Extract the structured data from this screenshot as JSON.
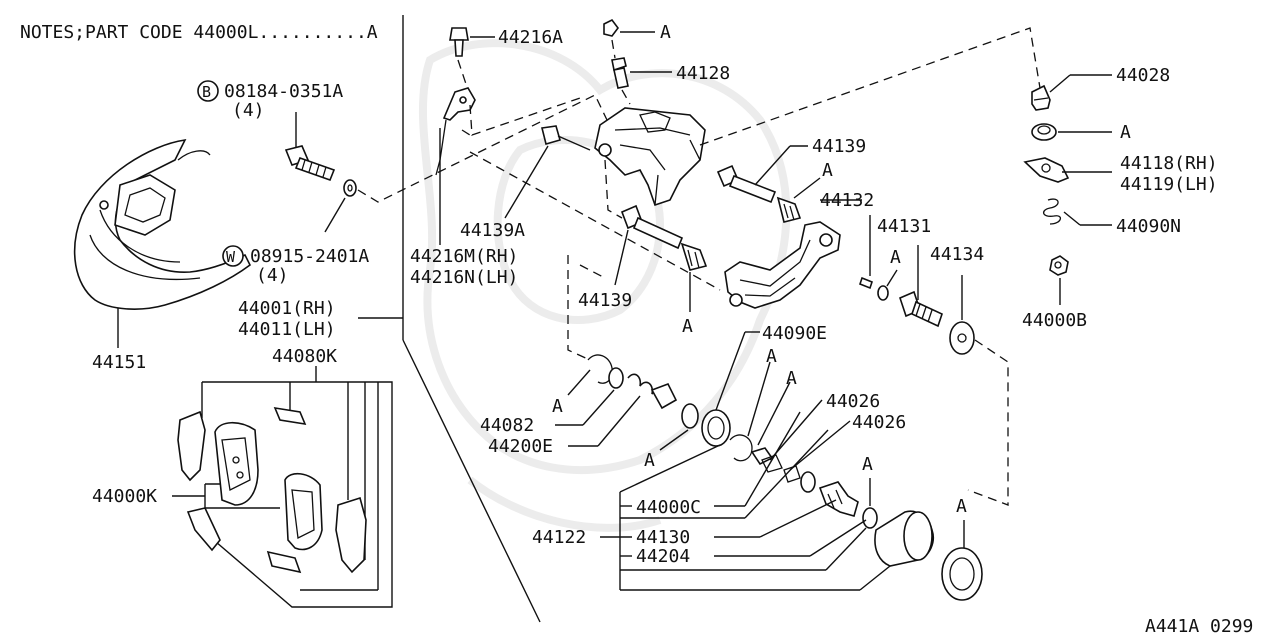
{
  "notes": "NOTES;PART CODE 44000L..........A",
  "footer_code": "A441A 0299",
  "callouts": {
    "c44216A": "44216A",
    "cA_top": "A",
    "c44128": "44128",
    "c44028": "44028",
    "cA_44028": "A",
    "c44118": "44118(RH)",
    "c44119": "44119(LH)",
    "c44090N": "44090N",
    "c44000B": "44000B",
    "c08184": "08184-0351A",
    "c08184_qty": "(4)",
    "c08915": "08915-2401A",
    "c08915_qty": "(4)",
    "c44139A": "44139A",
    "c44216M": "44216M(RH)",
    "c44216N": "44216N(LH)",
    "c44139_upper": "44139",
    "cA_44139": "A",
    "c44132": "44132",
    "c44131": "44131",
    "cA_44131": "A",
    "c44134": "44134",
    "c44139_lower": "44139",
    "cA_44139_lower": "A",
    "c44001": "44001(RH)",
    "c44011": "44011(LH)",
    "c44151": "44151",
    "c44080K": "44080K",
    "c44000K": "44000K",
    "c44090E": "44090E",
    "cA_44090E": "A",
    "cA_44026": "A",
    "c44026_a": "44026",
    "c44026_b": "44026",
    "cA_44082": "A",
    "c44082": "44082",
    "c44200E": "44200E",
    "cA_44200E": "A",
    "c44000C": "44000C",
    "c44122": "44122",
    "c44130": "44130",
    "c44204": "44204",
    "cA_44204": "A",
    "cA_seal": "A"
  },
  "symbols": {
    "bolt_symbol": "B",
    "washer_symbol": "W"
  }
}
